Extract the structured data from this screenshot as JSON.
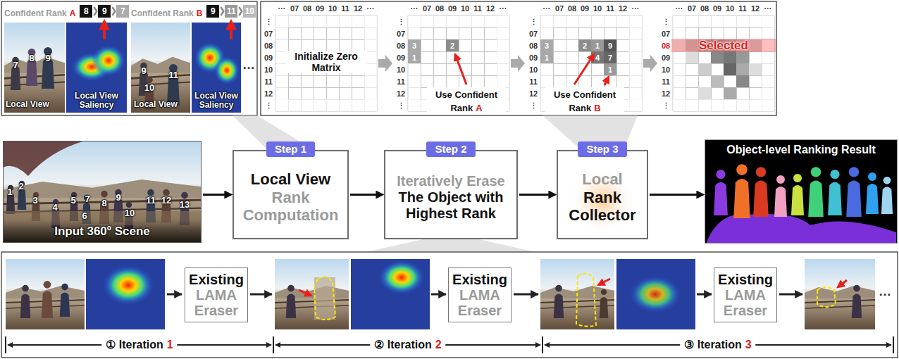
{
  "diagram": {
    "nodes": [
      {
        "text": [
          "8"
        ]
      },
      {
        "text": [
          "9"
        ]
      },
      {
        "text": [
          "7"
        ]
      },
      {
        "text": [
          "9"
        ]
      },
      {
        "text": [
          "11"
        ]
      },
      {
        "text": [
          "10"
        ]
      },
      {
        "text": [
          "Input 360º Scene"
        ]
      },
      {
        "text": [
          "Step 1",
          "Local View",
          "Rank Computation"
        ]
      },
      {
        "text": [
          "Step 2",
          "Iteratively Erase",
          "The Object with Highest Rank"
        ]
      },
      {
        "text": [
          "Step 3",
          "Local",
          "Rank Collector"
        ]
      },
      {
        "text": [
          "Object-level Ranking Result"
        ]
      },
      {
        "text": [
          "Existing",
          "LAMA Eraser"
        ]
      },
      {
        "text": [
          "Existing",
          "LAMA Eraser"
        ]
      },
      {
        "text": [
          "Existing",
          "LAMA Eraser"
        ]
      }
    ],
    "edges": [
      {
        "from": 0,
        "to": 1,
        "arrow": "to"
      },
      {
        "from": 1,
        "to": 2,
        "arrow": "to"
      },
      {
        "from": 3,
        "to": 4,
        "arrow": "to"
      },
      {
        "from": 4,
        "to": 5,
        "arrow": "to"
      },
      {
        "from": 6,
        "to": 7,
        "arrow": "to"
      },
      {
        "from": 7,
        "to": 8,
        "arrow": "to"
      },
      {
        "from": 8,
        "to": 9,
        "arrow": "to"
      },
      {
        "from": 9,
        "to": 10,
        "arrow": "to"
      }
    ],
    "labels": [
      "Confident Rank",
      "A",
      "Confident Rank",
      "B",
      "7",
      "8",
      "9",
      "Local View",
      "Local View Saliency",
      "9",
      "10",
      "11",
      "Local View",
      "Local View Saliency",
      "…",
      "···",
      "07",
      "08",
      "09",
      "10",
      "11",
      "12",
      "···",
      "⋮",
      "07",
      "08",
      "09",
      "10",
      "11",
      "12",
      "⋮",
      "···",
      "07",
      "08",
      "09",
      "10",
      "11",
      "12",
      "···",
      "⋮",
      "07",
      "08",
      "09",
      "10",
      "11",
      "12",
      "⋮",
      "···",
      "07",
      "08",
      "09",
      "10",
      "11",
      "12",
      "···",
      "⋮",
      "07",
      "08",
      "09",
      "10",
      "11",
      "12",
      "⋮",
      "···",
      "07",
      "08",
      "09",
      "10",
      "11",
      "12",
      "···",
      "⋮",
      "07",
      "08",
      "09",
      "10",
      "11",
      "12",
      "⋮",
      "Initialize Zero Matrix",
      "3",
      "2",
      "1",
      "Use Confident Rank",
      "A",
      "3",
      "2",
      "1",
      "9",
      "1",
      "4",
      "7",
      "1",
      "Use Confident Rank",
      "B",
      "Selected",
      "1",
      "2",
      "3",
      "4",
      "5",
      "6",
      "7",
      "8",
      "9",
      "10",
      "11",
      "12",
      "13",
      "…",
      "① Iteration",
      "1",
      "② Iteration",
      "2",
      "③ Iteration",
      "3"
    ]
  }
}
